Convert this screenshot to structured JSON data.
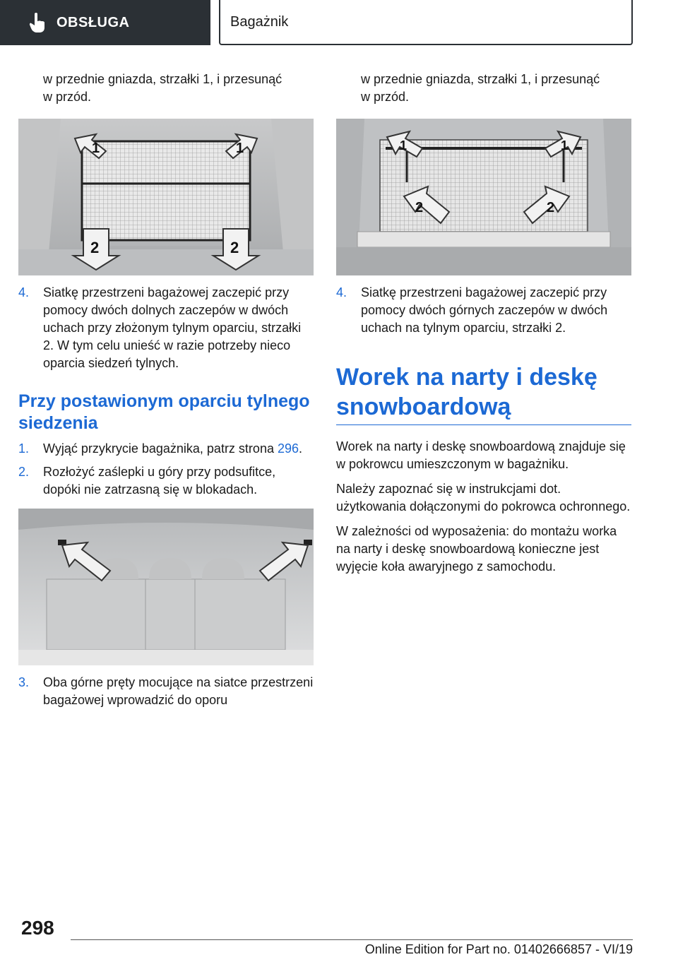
{
  "header": {
    "section_label": "OBSŁUGA",
    "section_icon": "hand-pointer-icon",
    "chapter_title": "Bagażnik"
  },
  "left": {
    "intro_line1": "w przednie gniazda, strzałki 1, i przesunąć",
    "intro_line2": "w przód.",
    "fig1_labels": [
      "1",
      "1",
      "2",
      "2"
    ],
    "step4_num": "4.",
    "step4_text": "Siatkę przestrzeni bagażowej zaczepić przy pomocy dwóch dolnych zaczepów w dwóch uchach przy złożonym tylnym oparciu, strzałki 2. W tym celu unieść w razie potrzeby nieco oparcia siedzeń tylnych.",
    "subheading": "Przy postawionym oparciu tylnego siedzenia",
    "step1_num": "1.",
    "step1_text": "Wyjąć przykrycie bagażnika, patrz strona",
    "step1_link": "296",
    "step1_end": ".",
    "step2_num": "2.",
    "step2_text": "Rozłożyć zaślepki u góry przy podsufitce, dopóki nie zatrzasną się w blokadach.",
    "step3_num": "3.",
    "step3_text": "Oba górne pręty mocujące na siatce przestrzeni bagażowej wprowadzić do oporu"
  },
  "right": {
    "intro_line1": "w przednie gniazda, strzałki 1, i przesunąć",
    "intro_line2": "w przód.",
    "fig_labels": [
      "1",
      "1",
      "2",
      "2"
    ],
    "step4_num": "4.",
    "step4_text": "Siatkę przestrzeni bagażowej zaczepić przy pomocy dwóch górnych zaczepów w dwóch uchach na tylnym oparciu, strzałki 2.",
    "heading": "Worek na narty i deskę snowboardową",
    "para1": "Worek na narty i deskę snowboardową znajduje się w pokrowcu umieszczonym w bagażniku.",
    "para2": "Należy zapoznać się w instrukcjami dot. użytkowania dołączonymi do pokrowca ochronnego.",
    "para3": "W zależności od wyposażenia: do montażu worka na narty i deskę snowboardową konieczne jest wyjęcie koła awaryjnego z samochodu."
  },
  "footer": {
    "page_number": "298",
    "edition": "Online Edition for Part no. 01402666857 - VI/19"
  },
  "colors": {
    "accent": "#1c69d4",
    "header_bg": "#2b3035"
  }
}
